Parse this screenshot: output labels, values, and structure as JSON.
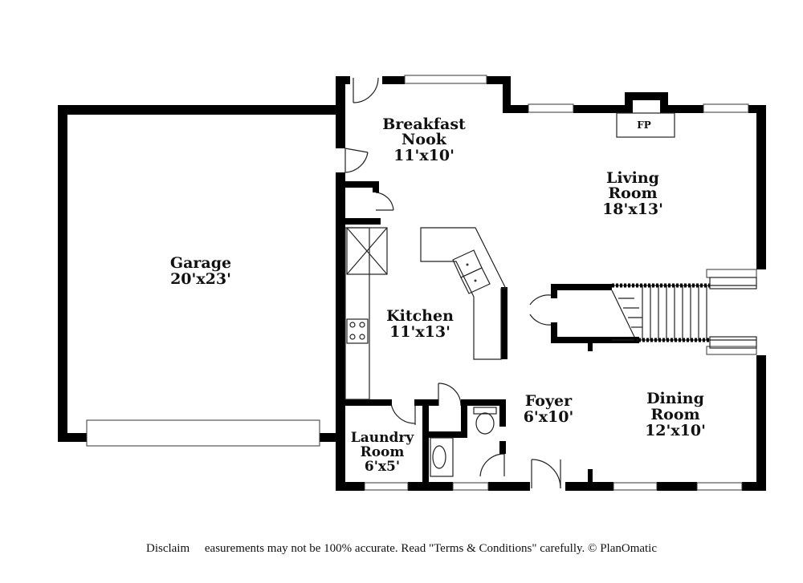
{
  "rooms": {
    "breakfast_nook": {
      "line1": "Breakfast",
      "line2": "Nook",
      "size": "11'x10'"
    },
    "living_room": {
      "line1": "Living",
      "line2": "Room",
      "size": "18'x13'"
    },
    "garage": {
      "line1": "Garage",
      "size": "20'x23'"
    },
    "kitchen": {
      "line1": "Kitchen",
      "size": "11'x13'"
    },
    "foyer": {
      "line1": "Foyer",
      "size": "6'x10'"
    },
    "dining_room": {
      "line1": "Dining",
      "line2": "Room",
      "size": "12'x10'"
    },
    "laundry_room": {
      "line1": "Laundry",
      "line2": "Room",
      "size": "6'x5'"
    }
  },
  "fireplace": {
    "label": "FP"
  },
  "footer": {
    "disclaimer": "Disclaim     easurements may not be 100% accurate. Read \"Terms & Conditions\" carefully. © PlanOmatic"
  }
}
